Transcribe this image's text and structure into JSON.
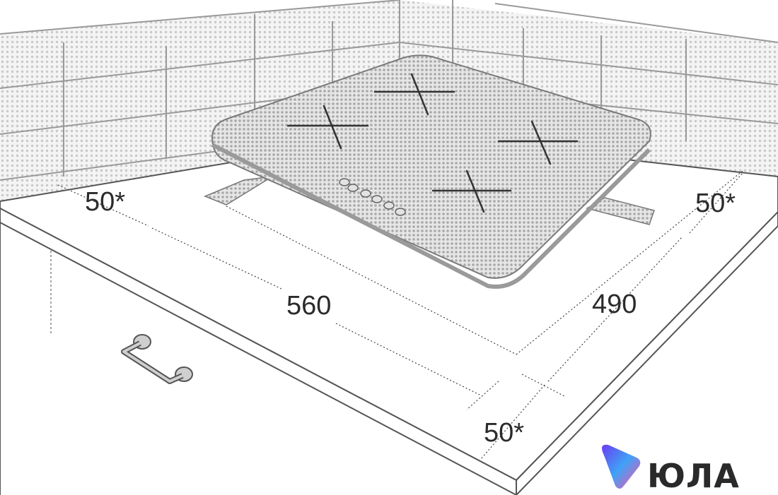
{
  "dimensions": {
    "width_label": "560",
    "depth_label": "490",
    "clearance_left": "50*",
    "clearance_right": "50*",
    "clearance_front": "50*"
  },
  "cooktop": {
    "burners": 4,
    "control_buttons": 6
  },
  "brand": {
    "name": "ЮЛА",
    "gradient_colors": [
      "#6b3cf0",
      "#3fa2f7",
      "#ff4fa8"
    ]
  }
}
